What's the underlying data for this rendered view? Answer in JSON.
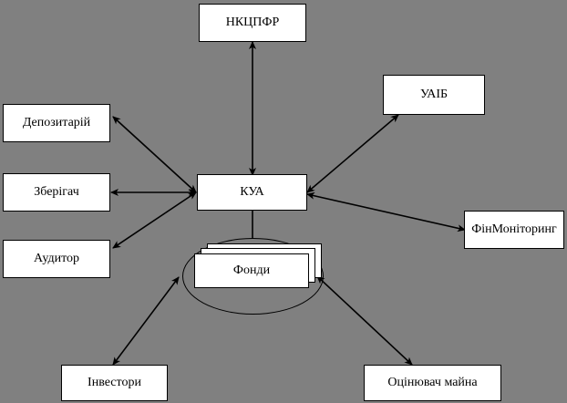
{
  "diagram": {
    "title": "KUA relationship diagram",
    "background_color": "#808080",
    "node_fill": "#ffffff",
    "line_color": "#000000",
    "nodes": [
      {
        "id": "nkcpfr",
        "label": "НКЦПФР"
      },
      {
        "id": "uaib",
        "label": "УАІБ"
      },
      {
        "id": "depozytarii",
        "label": "Депозитарій"
      },
      {
        "id": "zberihach",
        "label": "Зберігач"
      },
      {
        "id": "auditor",
        "label": "Аудитор"
      },
      {
        "id": "kua",
        "label": "КУА"
      },
      {
        "id": "finmonitor",
        "label": "ФінМоніторинг"
      },
      {
        "id": "investory",
        "label": "Інвестори"
      },
      {
        "id": "ocinuvach",
        "label": "Оцінювач майна"
      },
      {
        "id": "fondy",
        "label": "Фонди"
      }
    ],
    "edges": [
      {
        "from": "kua",
        "to": "nkcpfr",
        "arrows": "both"
      },
      {
        "from": "kua",
        "to": "uaib",
        "arrows": "both"
      },
      {
        "from": "kua",
        "to": "depozytarii",
        "arrows": "both"
      },
      {
        "from": "kua",
        "to": "zberihach",
        "arrows": "both"
      },
      {
        "from": "kua",
        "to": "auditor",
        "arrows": "both"
      },
      {
        "from": "kua",
        "to": "finmonitor",
        "arrows": "both"
      },
      {
        "from": "kua",
        "to": "fondy",
        "arrows": "none"
      },
      {
        "from": "fondy",
        "to": "investory",
        "arrows": "both"
      },
      {
        "from": "fondy",
        "to": "ocinuvach",
        "arrows": "both"
      }
    ]
  }
}
